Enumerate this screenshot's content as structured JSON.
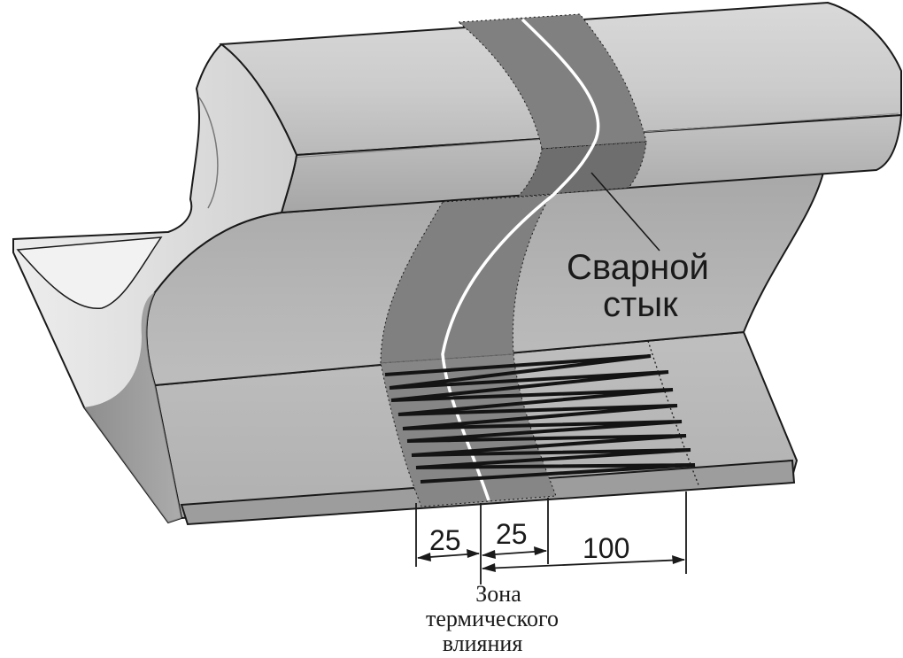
{
  "labels": {
    "weld_joint_line1": "Сварной",
    "weld_joint_line2": "стык",
    "zone_line1": "Зона",
    "zone_line2": "термического",
    "zone_line3": "влияния"
  },
  "dimensions": {
    "left_haz": "25",
    "right_haz": "25",
    "inspection": "100"
  },
  "colors": {
    "rail_light": "#c8c8c8",
    "rail_mid": "#a9a9a9",
    "rail_dark": "#8f8f8f",
    "haz_band": "#7f7f7f",
    "weld_line": "#ffffff",
    "scan_path": "#141414",
    "outline": "#1a1a1a"
  }
}
